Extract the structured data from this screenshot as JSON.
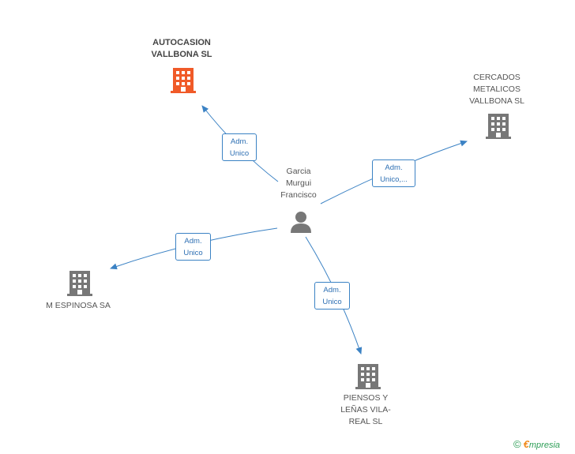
{
  "person": {
    "name": "Garcia\nMurgui\nFrancisco",
    "icon": "person-icon"
  },
  "companies": [
    {
      "id": "autocasion",
      "name": "AUTOCASION\nVALLBONA SL",
      "highlight": true,
      "role": "Adm.\nUnico",
      "icon": "building-icon"
    },
    {
      "id": "cercados",
      "name": "CERCADOS\nMETALICOS\nVALLBONA SL",
      "highlight": false,
      "role": "Adm.\nUnico,...",
      "icon": "building-icon"
    },
    {
      "id": "espinosa",
      "name": "M ESPINOSA SA",
      "highlight": false,
      "role": "Adm.\nUnico",
      "icon": "building-icon"
    },
    {
      "id": "piensos",
      "name": "PIENSOS Y\nLEÑAS VILA-\nREAL SL",
      "highlight": false,
      "role": "Adm.\nUnico",
      "icon": "building-icon"
    }
  ],
  "colors": {
    "edge": "#3b82c4",
    "highlight": "#f05a28",
    "building": "#777777",
    "person": "#777777"
  },
  "footer": {
    "copyright": "©",
    "brand_initial": "€",
    "brand_rest": "mpresia"
  }
}
